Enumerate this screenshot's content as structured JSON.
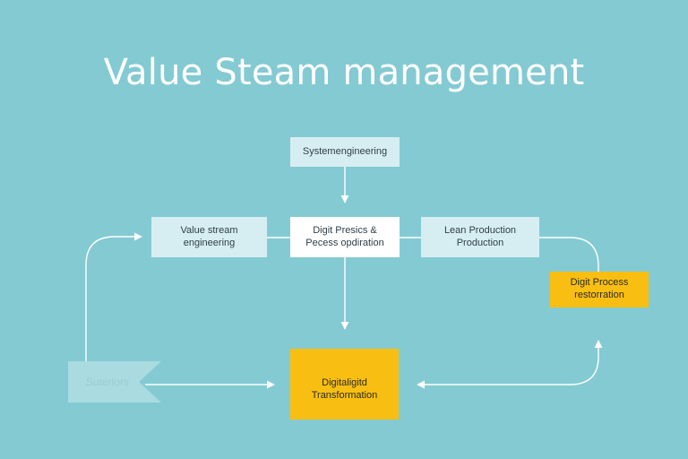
{
  "title": "Value Steam management",
  "nodes": {
    "system_engineering": "Systemengineering",
    "value_stream_engineering": "Value stream\nengineering",
    "digit_process": "Digit Presics &\nPecess opdiration",
    "lean_production": "Lean Production\nProduction",
    "digit_process_restoration": "Digit Process\nrestorration",
    "digital_transformation": "Digitaligitd\nTransformation",
    "suppliers": "Suterlors"
  },
  "colors": {
    "background": "#84cad3",
    "pale_box": "#d6eef2",
    "white_box": "#ffffff",
    "highlight": "#f8bf12",
    "connector": "#ffffff"
  }
}
